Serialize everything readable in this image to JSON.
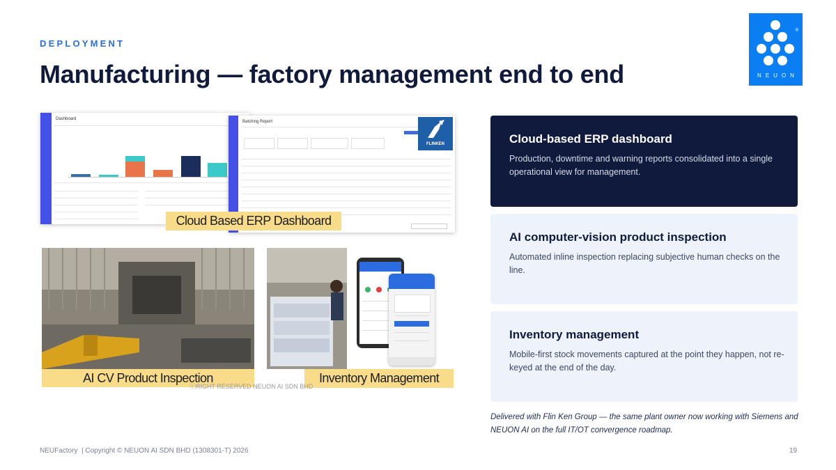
{
  "header": {
    "eyebrow": "DEPLOYMENT",
    "title": "Manufacturing — factory management end to end"
  },
  "logo": {
    "wordmark": "NEUON",
    "registered": "®",
    "color": "#0a7ef2"
  },
  "images": {
    "erp_caption": "Cloud Based ERP Dashboard",
    "cv_caption": "AI CV Product Inspection",
    "inventory_caption": "Inventory Management",
    "watermark": "ⓒRIGHT RESERVED NEUON AI SDN BHD",
    "dashboard_title": "Dashboard",
    "report_title": "Batching Report",
    "flinken_label": "FLINKEN"
  },
  "cards": [
    {
      "title": "Cloud-based ERP dashboard",
      "body": "Production, downtime and warning reports consolidated into a single operational view for management.",
      "style": "dark"
    },
    {
      "title": "AI computer-vision product inspection",
      "body": "Automated inline inspection replacing subjective human checks on the line.",
      "style": "light"
    },
    {
      "title": "Inventory management",
      "body": "Mobile-first stock movements captured at the point they happen, not re-keyed at the end of the day.",
      "style": "light"
    }
  ],
  "note": "Delivered with Flin Ken Group — the same plant owner now working with Siemens and NEUON AI on the full IT/OT convergence roadmap.",
  "footer": {
    "left": "NEUFactory  | Copyright © NEUON AI SDN BHD (1308301-T) 2026",
    "page": "19"
  },
  "colors": {
    "accent": "#2a6fd8",
    "navy": "#0f1a3c",
    "card_light": "#eef3fb",
    "caption": "#f9dc8a"
  }
}
